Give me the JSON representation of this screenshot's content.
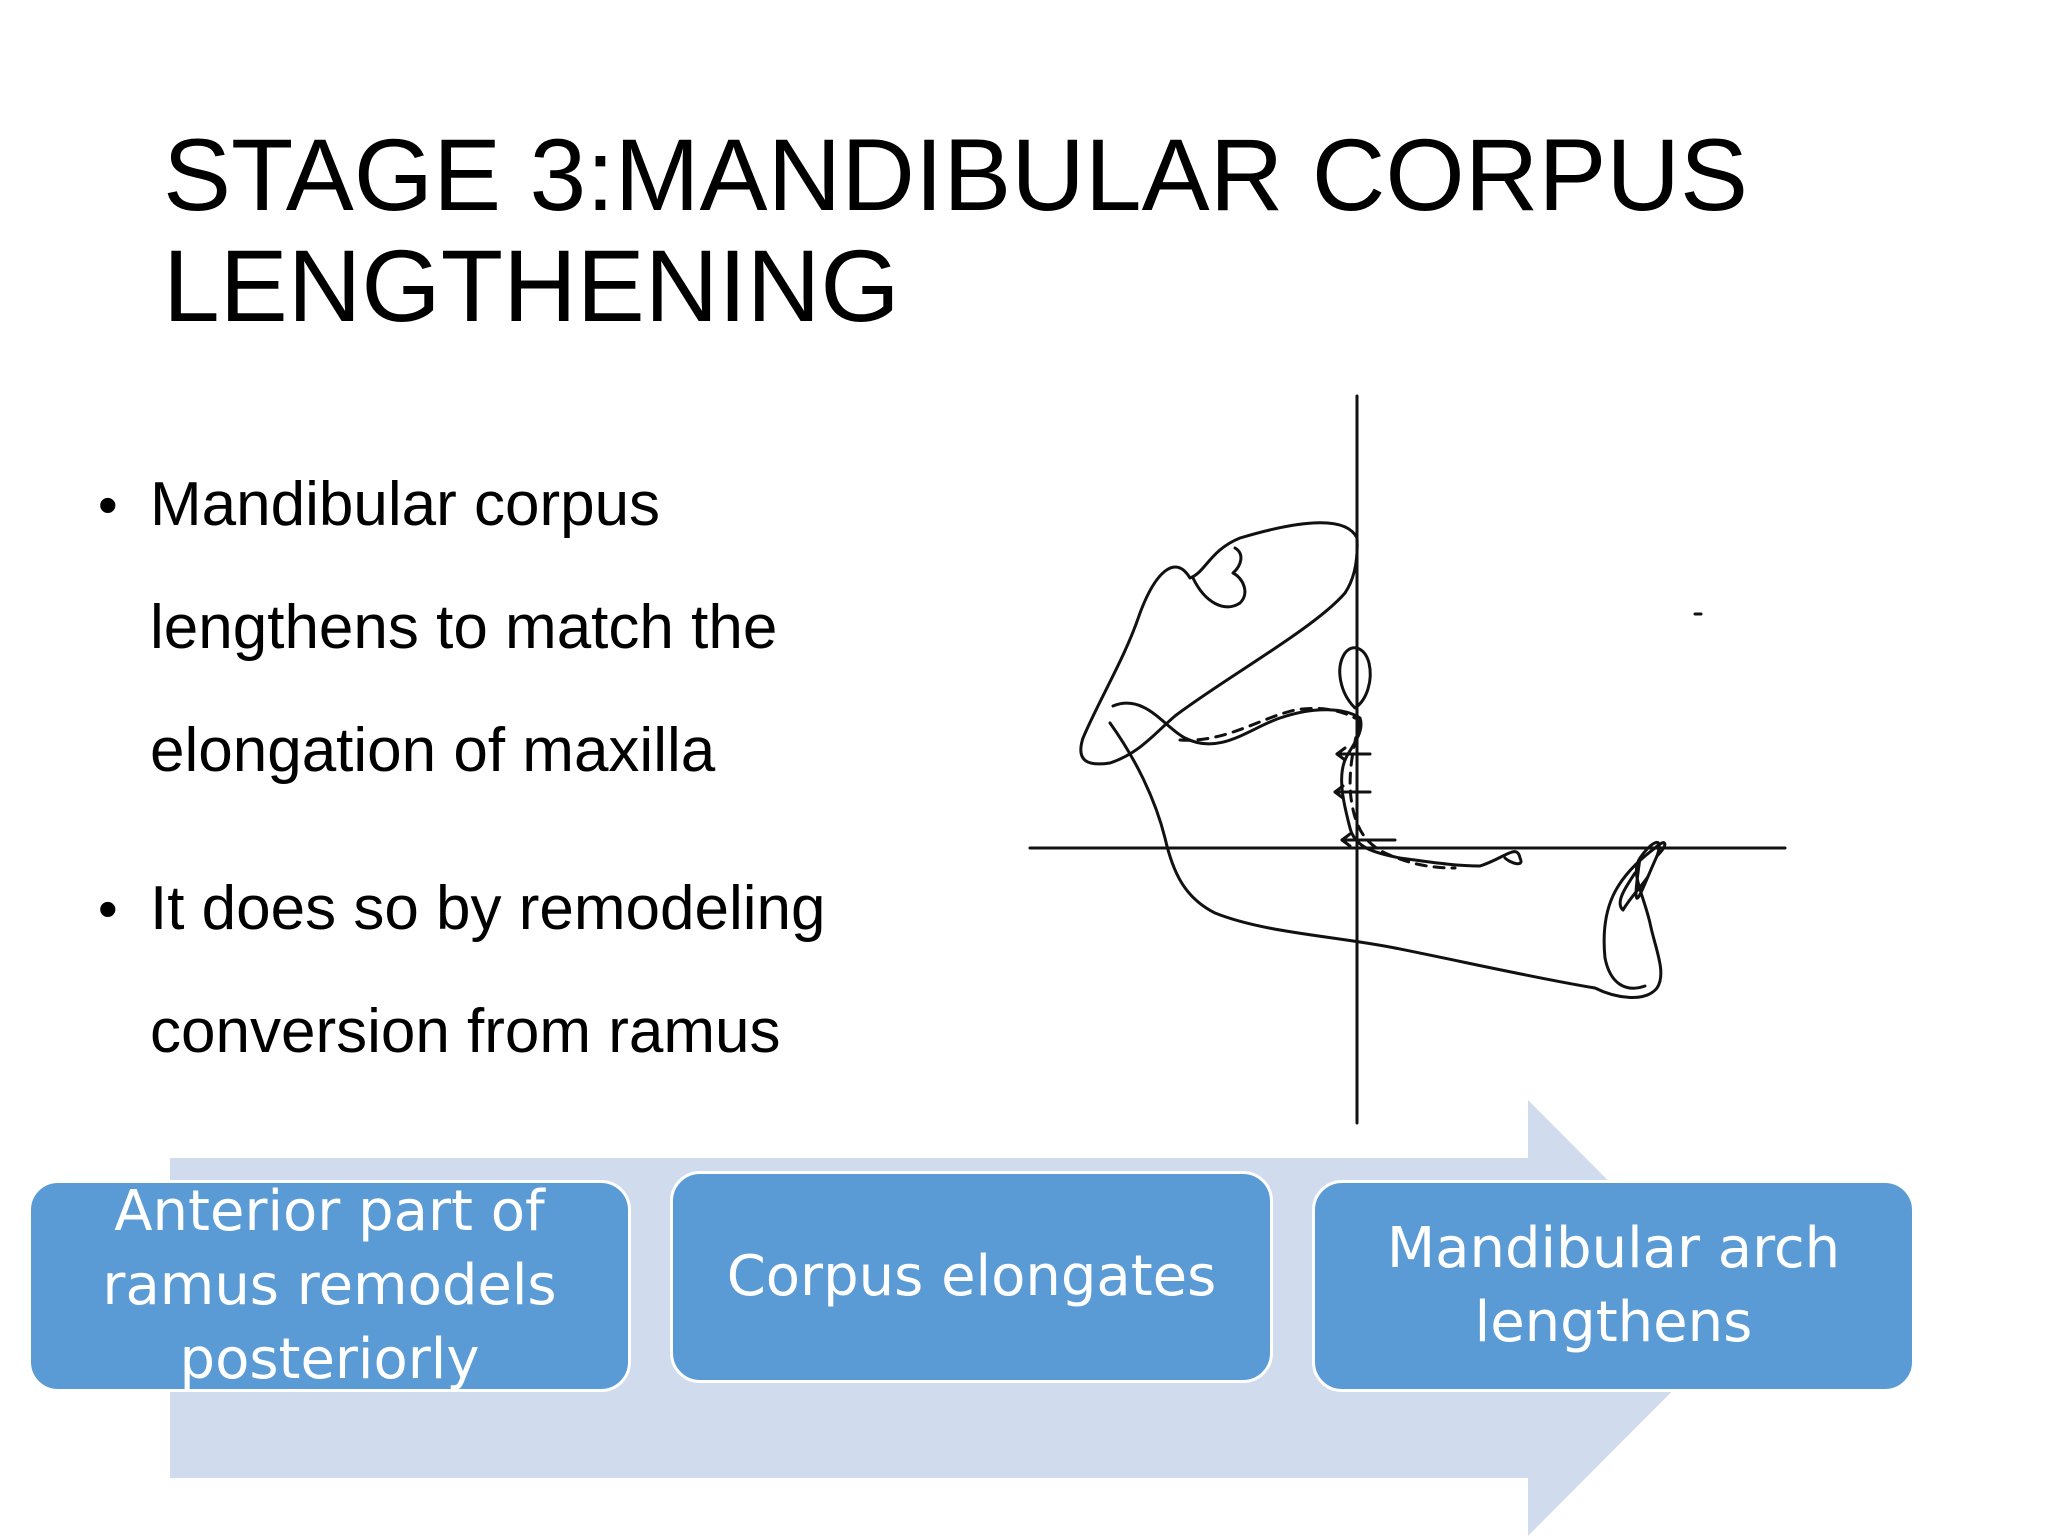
{
  "title": {
    "line1": "STAGE 3:MANDIBULAR CORPUS",
    "line2": "LENGTHENING"
  },
  "bullets": [
    {
      "lines": [
        "Mandibular corpus",
        "lengthens to match the",
        "elongation of maxilla"
      ]
    },
    {
      "lines": [
        "It does so by remodeling",
        "conversion from ramus"
      ]
    }
  ],
  "bullet_marker": "•",
  "figure": {
    "description_icon": "mandible-remodeling-diagram"
  },
  "process": {
    "arrow_color": "#d0dced",
    "box_color": "#5b9bd5",
    "steps": [
      {
        "lines": [
          "Anterior part of",
          "ramus remodels",
          "posteriorly"
        ]
      },
      {
        "lines": [
          "Corpus elongates"
        ]
      },
      {
        "lines": [
          "Mandibular arch",
          "lengthens"
        ]
      }
    ]
  }
}
